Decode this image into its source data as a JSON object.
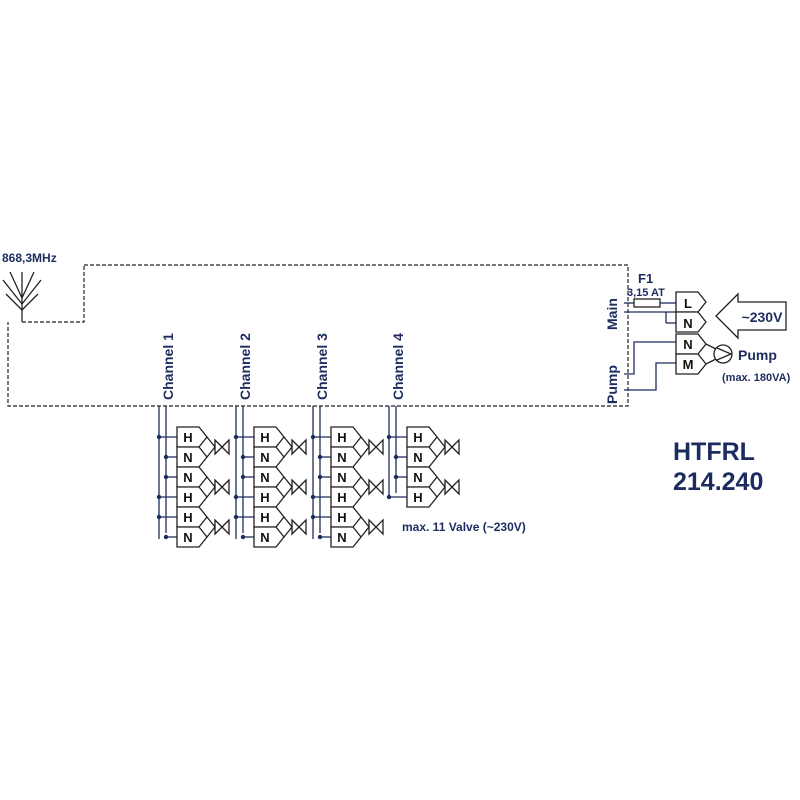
{
  "antenna": {
    "frequency": "868,3MHz"
  },
  "fuse": {
    "name": "F1",
    "rating": "3,15 AT"
  },
  "mains": {
    "section_label": "Main",
    "terminal_l": "L",
    "terminal_n": "N",
    "supply_label": "~230V"
  },
  "pump": {
    "section_label": "Pump",
    "terminal_n": "N",
    "terminal_m": "M",
    "label": "Pump",
    "rating": "(max. 180VA)"
  },
  "channels": [
    {
      "label": "Channel 1",
      "terminals": [
        "H",
        "N",
        "N",
        "H",
        "H",
        "N"
      ]
    },
    {
      "label": "Channel 2",
      "terminals": [
        "H",
        "N",
        "N",
        "H",
        "H",
        "N"
      ]
    },
    {
      "label": "Channel 3",
      "terminals": [
        "H",
        "N",
        "N",
        "H",
        "H",
        "N"
      ]
    },
    {
      "label": "Channel 4",
      "terminals": [
        "H",
        "N",
        "N",
        "H"
      ]
    }
  ],
  "valve_note": "max. 11 Valve (~230V)",
  "model": {
    "name": "HTFRL",
    "number": "214.240"
  },
  "colors": {
    "wire": "#1d2c5e",
    "line": "#222222"
  }
}
